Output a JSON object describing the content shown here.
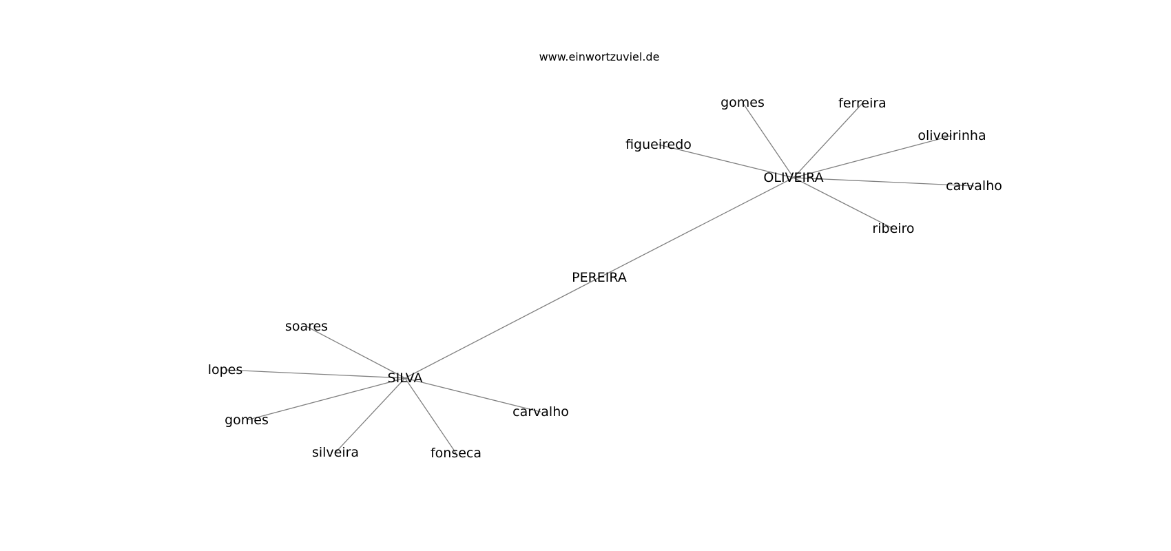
{
  "site": {
    "title": "www.einwortzuviel.de"
  },
  "graph": {
    "nodes": [
      {
        "id": "pereira",
        "label": "PEREIRA"
      },
      {
        "id": "oliveira",
        "label": "OLIVEIRA"
      },
      {
        "id": "silva",
        "label": "SILVA"
      },
      {
        "id": "o_gomes",
        "label": "gomes"
      },
      {
        "id": "o_ferreira",
        "label": "ferreira"
      },
      {
        "id": "o_figueiredo",
        "label": "figueiredo"
      },
      {
        "id": "o_oliveirinha",
        "label": "oliveirinha"
      },
      {
        "id": "o_carvalho",
        "label": "carvalho"
      },
      {
        "id": "o_ribeiro",
        "label": "ribeiro"
      },
      {
        "id": "s_soares",
        "label": "soares"
      },
      {
        "id": "s_lopes",
        "label": "lopes"
      },
      {
        "id": "s_gomes",
        "label": "gomes"
      },
      {
        "id": "s_silveira",
        "label": "silveira"
      },
      {
        "id": "s_fonseca",
        "label": "fonseca"
      },
      {
        "id": "s_carvalho",
        "label": "carvalho"
      }
    ],
    "edges": [
      [
        "pereira",
        "oliveira"
      ],
      [
        "pereira",
        "silva"
      ],
      [
        "oliveira",
        "o_gomes"
      ],
      [
        "oliveira",
        "o_ferreira"
      ],
      [
        "oliveira",
        "o_figueiredo"
      ],
      [
        "oliveira",
        "o_oliveirinha"
      ],
      [
        "oliveira",
        "o_carvalho"
      ],
      [
        "oliveira",
        "o_ribeiro"
      ],
      [
        "silva",
        "s_soares"
      ],
      [
        "silva",
        "s_lopes"
      ],
      [
        "silva",
        "s_gomes"
      ],
      [
        "silva",
        "s_silveira"
      ],
      [
        "silva",
        "s_fonseca"
      ],
      [
        "silva",
        "s_carvalho"
      ]
    ]
  }
}
